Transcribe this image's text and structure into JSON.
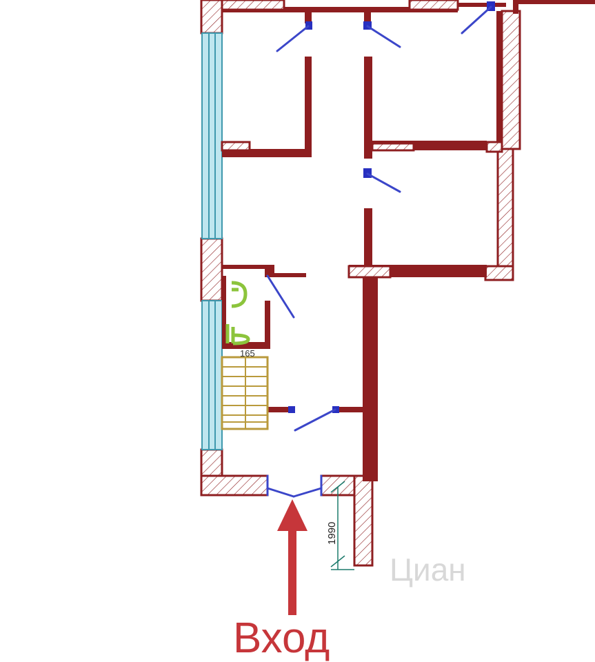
{
  "labels": {
    "entrance": "Вход",
    "dimension_entry": "1990",
    "dimension_stair": "165",
    "watermark": "Циан"
  },
  "colors": {
    "wall": "#8e1e20",
    "window": "#3f98ad",
    "door": "#3b46c9",
    "stairs": "#b99a3c",
    "fixtures": "#8cc43c",
    "arrow": "#c6363a"
  },
  "icons": {
    "entrance_arrow": "arrow-up-icon",
    "toilet": "toilet-icon",
    "sink": "sink-icon"
  }
}
